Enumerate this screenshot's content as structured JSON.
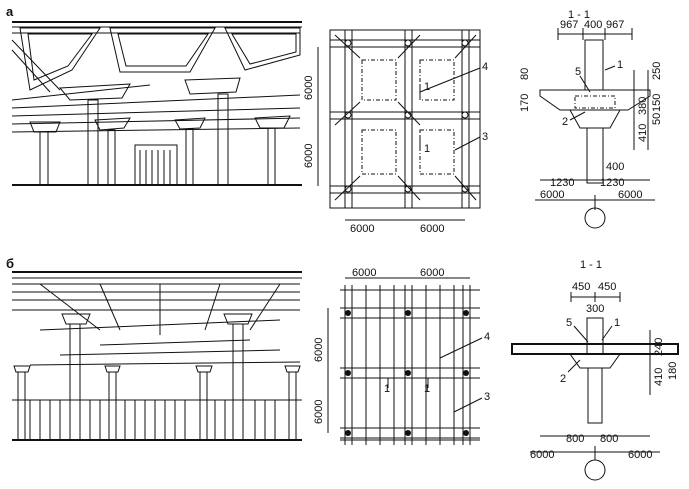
{
  "panel_a": {
    "letter": "а",
    "plan": {
      "dim_left_top": "6000",
      "dim_left_bottom": "6000",
      "dim_bottom_left": "6000",
      "dim_bottom_right": "6000",
      "callout_4": "4",
      "callout_3": "3",
      "section_mark_top": "1",
      "section_mark_bottom": "1"
    },
    "section": {
      "title": "1 - 1",
      "dim_top_left": "967",
      "dim_top_mid": "400",
      "dim_top_right": "967",
      "callout_1": "1",
      "callout_5": "5",
      "callout_2": "2",
      "dim_80": "80",
      "dim_170": "170",
      "dim_250": "250",
      "dim_380": "380",
      "dim_410": "410",
      "dim_50": "50",
      "dim_150": "150",
      "dim_400": "400",
      "dim_1230_left": "1230",
      "dim_1230_right": "1230",
      "dim_6000_left": "6000",
      "dim_6000_right": "6000"
    }
  },
  "panel_b": {
    "letter": "б",
    "plan": {
      "dim_top_left": "6000",
      "dim_top_right": "6000",
      "dim_left_top": "6000",
      "dim_left_bottom": "6000",
      "callout_4": "4",
      "callout_3": "3",
      "section_mark_left": "1",
      "section_mark_right": "1"
    },
    "section": {
      "title": "1 - 1",
      "dim_top_left": "450",
      "dim_top_right": "450",
      "dim_300": "300",
      "callout_5": "5",
      "callout_1": "1",
      "callout_2": "2",
      "dim_240": "240",
      "dim_410": "410",
      "dim_180": "180",
      "dim_800_left": "800",
      "dim_800_right": "800",
      "dim_6000_left": "6000",
      "dim_6000_right": "6000"
    }
  }
}
